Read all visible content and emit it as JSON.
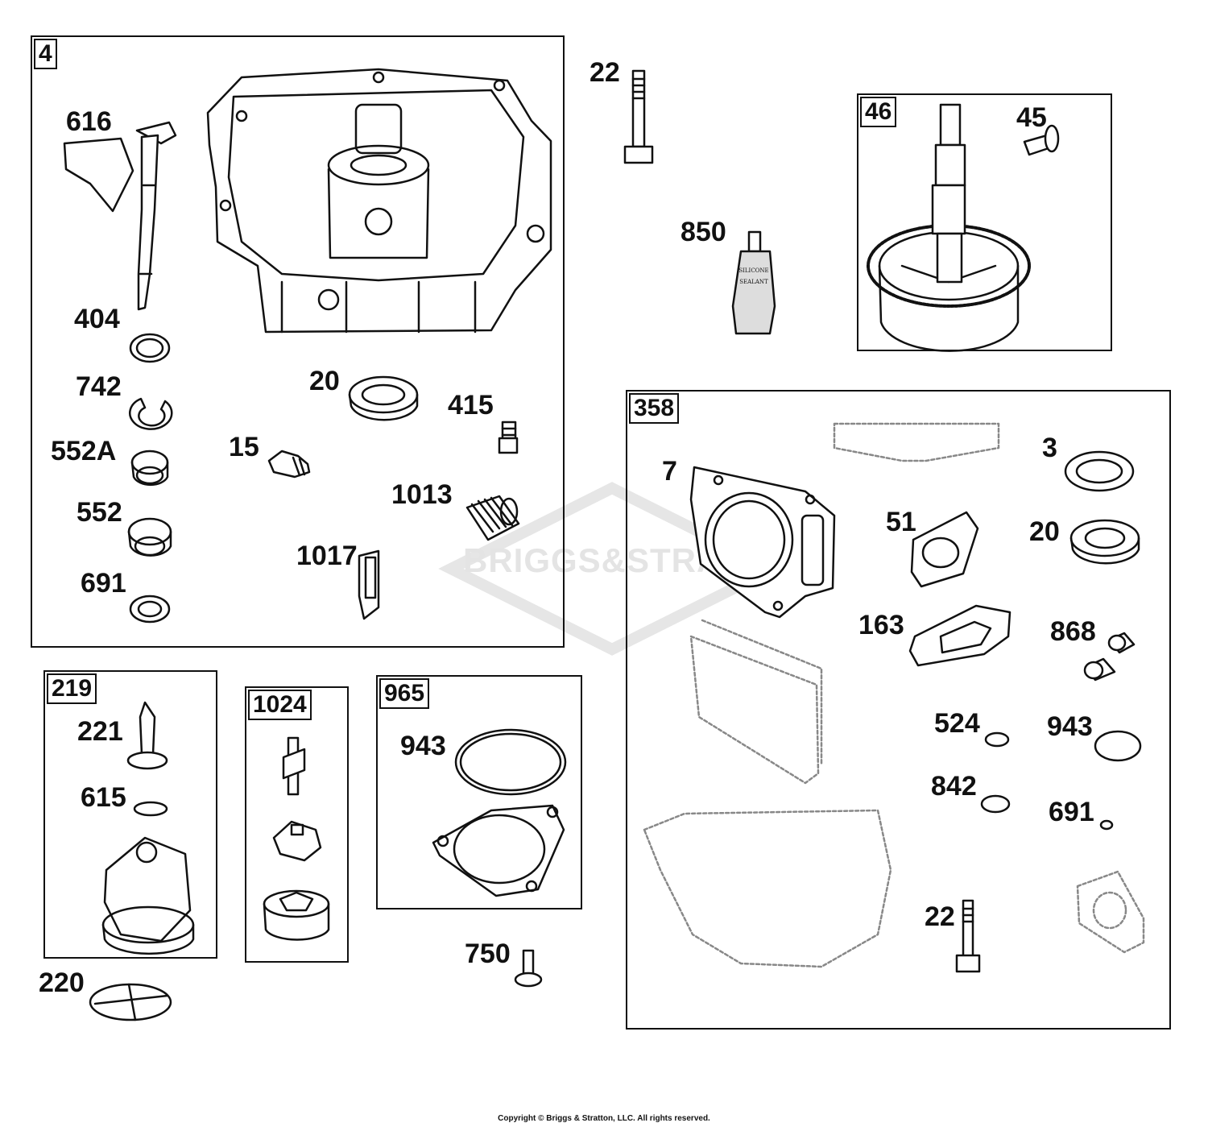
{
  "watermark": "BRIGGS&STRATTON",
  "copyright": "Copyright © Briggs & Stratton, LLC. All rights reserved.",
  "kits": {
    "k4": "4",
    "k46": "46",
    "k358": "358",
    "k219": "219",
    "k1024": "1024",
    "k965": "965"
  },
  "parts": {
    "p616": "616",
    "p404": "404",
    "p742": "742",
    "p552a": "552A",
    "p552": "552",
    "p691a": "691",
    "p20a": "20",
    "p415": "415",
    "p15": "15",
    "p1013": "1013",
    "p1017": "1017",
    "p22a": "22",
    "p850": "850",
    "p45": "45",
    "p7": "7",
    "p3": "3",
    "p51": "51",
    "p20b": "20",
    "p163": "163",
    "p868": "868",
    "p524": "524",
    "p943b": "943",
    "p842": "842",
    "p691b": "691",
    "p22b": "22",
    "p221": "221",
    "p615": "615",
    "p220": "220",
    "p943a": "943",
    "p750": "750"
  },
  "sealant_text": [
    "SILICONE",
    "SEALANT"
  ]
}
